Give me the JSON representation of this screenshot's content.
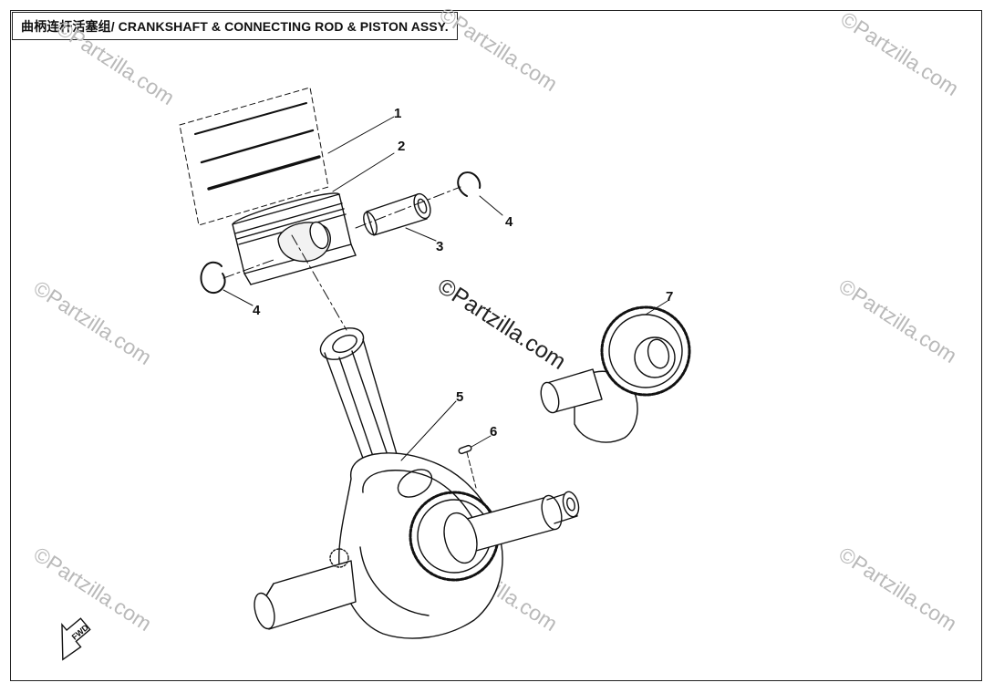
{
  "diagram": {
    "title": "曲柄连杆活塞组/ CRANKSHAFT & CONNECTING ROD & PISTON ASSY.",
    "watermark": "©Partzilla.com",
    "fwd_label": "FWD",
    "callouts": {
      "c1": "1",
      "c2": "2",
      "c3": "3",
      "c4a": "4",
      "c4b": "4",
      "c5": "5",
      "c6": "6",
      "c7": "7"
    }
  },
  "colors": {
    "line": "#111111",
    "watermark": "#b9b9b9"
  }
}
